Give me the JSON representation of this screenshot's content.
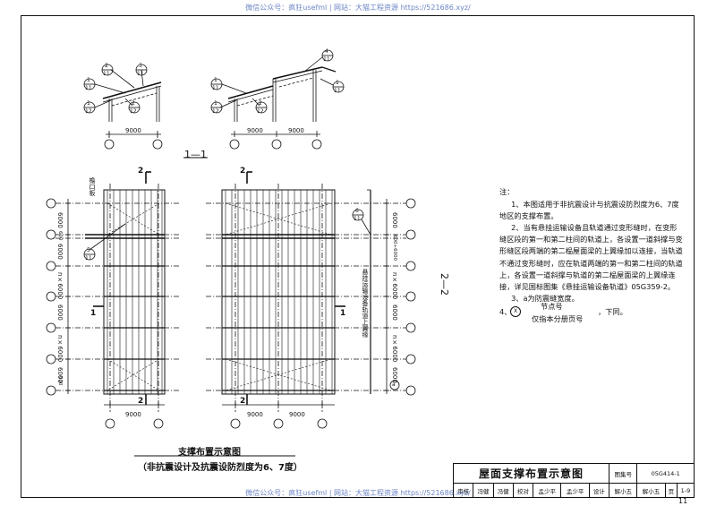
{
  "watermark": "微信公众号：疯狂usefml | 网站：大猫工程资源 https://521686.xyz/",
  "section_titles": {
    "s11": "1—1",
    "s22": "2—2"
  },
  "section_marks": {
    "mark_1": "1",
    "mark_2": "2"
  },
  "dims": {
    "d9000": "9000",
    "d6000": "6000",
    "d600": "600",
    "d600_6000": "600+6000",
    "n6000": "n×6000"
  },
  "labels": {
    "eave_plate": "檐口板",
    "track_upper": "悬挂运输设备轨道上翼缘",
    "track_side": "悬挂运输设备轨道上翼缘",
    "a_small": "a"
  },
  "bubbles": {
    "top": "2",
    "bot": "11",
    "b1_top": "1",
    "b1_bot": "11",
    "b3_top": "3",
    "b3_bot": "11",
    "b4_top": "4",
    "b4_bot": "11",
    "b12_top": "1",
    "b12_bot": "12",
    "b22_top": "2",
    "b22_bot": "12",
    "b5_top": "5",
    "b5_bot": "11",
    "b6_top": "6",
    "b6_bot": "11"
  },
  "captions": {
    "caption_main": "支撑布置示意图",
    "caption_sub": "（非抗震设计及抗震设防烈度为6、7度）"
  },
  "notes": {
    "heading": "注：",
    "n1": "1、本图适用于非抗震设计与抗震设防烈度为6、7度地区的支撑布置。",
    "n2": "2、当有悬挂运输设备且轨道通过变形缝时，在变形缝区段的第一和第二柱间的轨道上，各设置一道斜撑与变形缝区段两端的第二榀屋面梁的上翼缘加以连接，当轨道不通过变形缝时，应在轨道两端的第一和第二柱间的轨道上，各设置一道斜撑与轨道的第二榀屋面梁的上翼缘连接，详见国标图集《悬挂运输设备轨道》05G359-2。",
    "n3": "3、a为防震缝宽度。",
    "n4_label": "4、",
    "n4_sym_top": "X",
    "n4_sym_bot": "X",
    "n4_node": "节点号",
    "n4_tail": "，下同。",
    "n4_page": "仅指本分册页号"
  },
  "title_block": {
    "title": "屋面支撑布置示意图",
    "atlas_label": "图集号",
    "atlas_no": "05G414-1",
    "page_label": "页",
    "page_no": "1-9",
    "row": [
      "审核",
      "冯健",
      "冯健",
      "校对",
      "孟少平",
      "孟少平",
      "设计",
      "解小五",
      "解小五"
    ]
  },
  "sheet_number": "11"
}
